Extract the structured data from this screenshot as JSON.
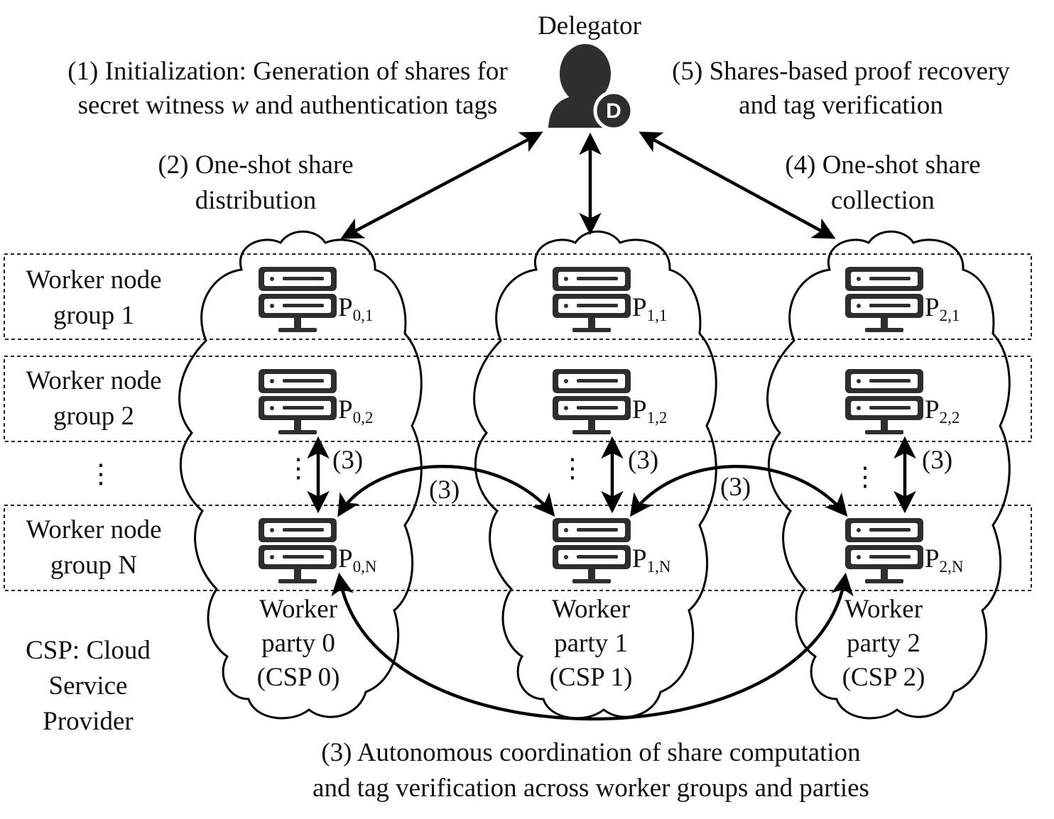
{
  "delegator": {
    "label": "Delegator",
    "badge": "D"
  },
  "steps": {
    "step1": [
      "(1) Initialization: Generation of shares for",
      "secret witness ",
      "w",
      " and authentication tags"
    ],
    "step2": [
      "(2) One-shot share",
      "distribution"
    ],
    "step4": [
      "(4) One-shot share",
      "collection"
    ],
    "step5": [
      "(5) Shares-based proof recovery",
      "and tag verification"
    ],
    "step3_bottom": [
      "(3) Autonomous coordination of share computation",
      "and tag verification across worker groups and parties"
    ],
    "step3_short": "(3)"
  },
  "groups": [
    {
      "line1": "Worker node",
      "line2": "group 1"
    },
    {
      "line1": "Worker node",
      "line2": "group 2"
    },
    {
      "line1": "Worker node",
      "line2": "group N"
    }
  ],
  "dots": "⋮",
  "parties": [
    {
      "line1": "Worker",
      "line2": "party 0",
      "line3": "(CSP 0)",
      "nodes": [
        {
          "main": "P",
          "sub": "0,1"
        },
        {
          "main": "P",
          "sub": "0,2"
        },
        {
          "main": "P",
          "sub": "0,N"
        }
      ]
    },
    {
      "line1": "Worker",
      "line2": "party 1",
      "line3": "(CSP 1)",
      "nodes": [
        {
          "main": "P",
          "sub": "1,1"
        },
        {
          "main": "P",
          "sub": "1,2"
        },
        {
          "main": "P",
          "sub": "1,N"
        }
      ]
    },
    {
      "line1": "Worker",
      "line2": "party 2",
      "line3": "(CSP 2)",
      "nodes": [
        {
          "main": "P",
          "sub": "2,1"
        },
        {
          "main": "P",
          "sub": "2,2"
        },
        {
          "main": "P",
          "sub": "2,N"
        }
      ]
    }
  ],
  "csp_note": [
    "CSP: Cloud",
    "Service",
    "Provider"
  ],
  "icons": {
    "delegator": "person-icon",
    "server": "server-icon"
  }
}
